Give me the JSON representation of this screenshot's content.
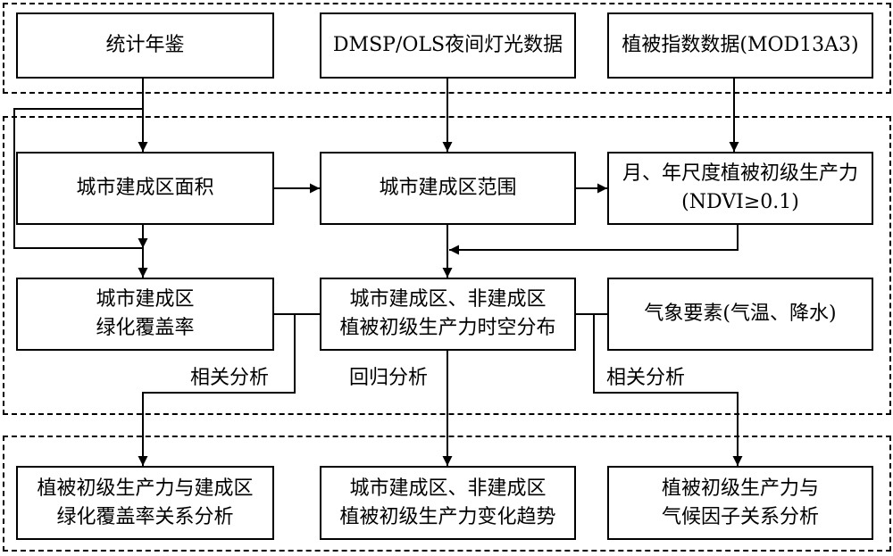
{
  "colors": {
    "stroke": "#000000",
    "background": "#ffffff"
  },
  "sources": {
    "yearbook": "统计年鉴",
    "night_light": "DMSP/OLS夜间灯光数据",
    "vegetation_index": "植被指数数据(MOD13A3)"
  },
  "processing": {
    "built_area": "城市建成区面积",
    "built_extent": "城市建成区范围",
    "npp": [
      "月、年尺度植被初级生产力",
      "(NDVI≥0.1)"
    ],
    "green_coverage": [
      "城市建成区",
      "绿化覆盖率"
    ],
    "npp_distribution": [
      "城市建成区、非建成区",
      "植被初级生产力时空分布"
    ],
    "meteorology": "气象要素(气温、降水)"
  },
  "methods": {
    "left": "相关分析",
    "middle": "回归分析",
    "right": "相关分析"
  },
  "results": {
    "green_relation": [
      "植被初级生产力与建成区",
      "绿化覆盖率关系分析"
    ],
    "npp_trend": [
      "城市建成区、非建成区",
      "植被初级生产力变化趋势"
    ],
    "climate_relation": [
      "植被初级生产力与",
      "气候因子关系分析"
    ]
  }
}
